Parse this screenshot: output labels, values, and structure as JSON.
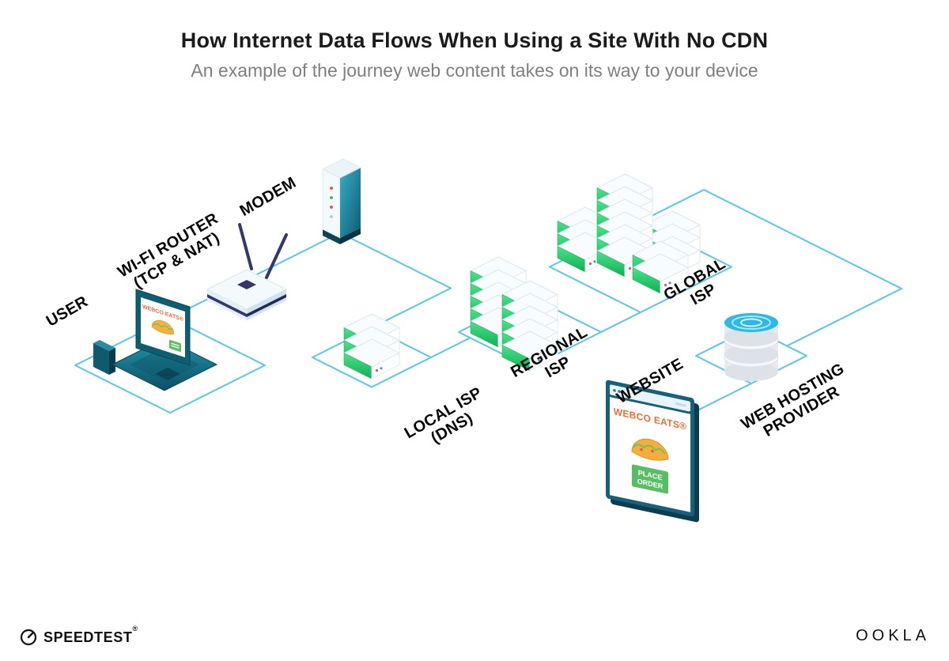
{
  "header": {
    "title": "How Internet Data Flows When Using a Site With No CDN",
    "subtitle": "An example of the journey web content takes on its way to your device"
  },
  "diagram": {
    "nodes": [
      {
        "id": "user",
        "label": "USER"
      },
      {
        "id": "wifi-router",
        "label": "WI-FI ROUTER",
        "sublabel": "(TCP & NAT)"
      },
      {
        "id": "modem",
        "label": "MODEM"
      },
      {
        "id": "local-isp",
        "label": "LOCAL ISP",
        "sublabel": "(DNS)"
      },
      {
        "id": "regional-isp",
        "label": "REGIONAL",
        "sublabel": "ISP"
      },
      {
        "id": "global-isp",
        "label": "GLOBAL",
        "sublabel": "ISP"
      },
      {
        "id": "website",
        "label": "WEBSITE"
      },
      {
        "id": "web-hosting",
        "label": "WEB HOSTING",
        "sublabel": "PROVIDER"
      }
    ],
    "laptop_screen": {
      "brand": "WEBCO EATS®"
    },
    "website_window": {
      "brand": "WEBCO EATS®",
      "button_line1": "PLACE",
      "button_line2": "ORDER"
    }
  },
  "footer": {
    "speedtest_label": "SPEEDTEST",
    "speedtest_mark": "®",
    "ookla_label": "OOKLA"
  },
  "colors": {
    "line": "#58C7EA",
    "accent_orange": "#ED6A33",
    "server_green": "#2FC96E",
    "device_teal": "#16607A"
  }
}
